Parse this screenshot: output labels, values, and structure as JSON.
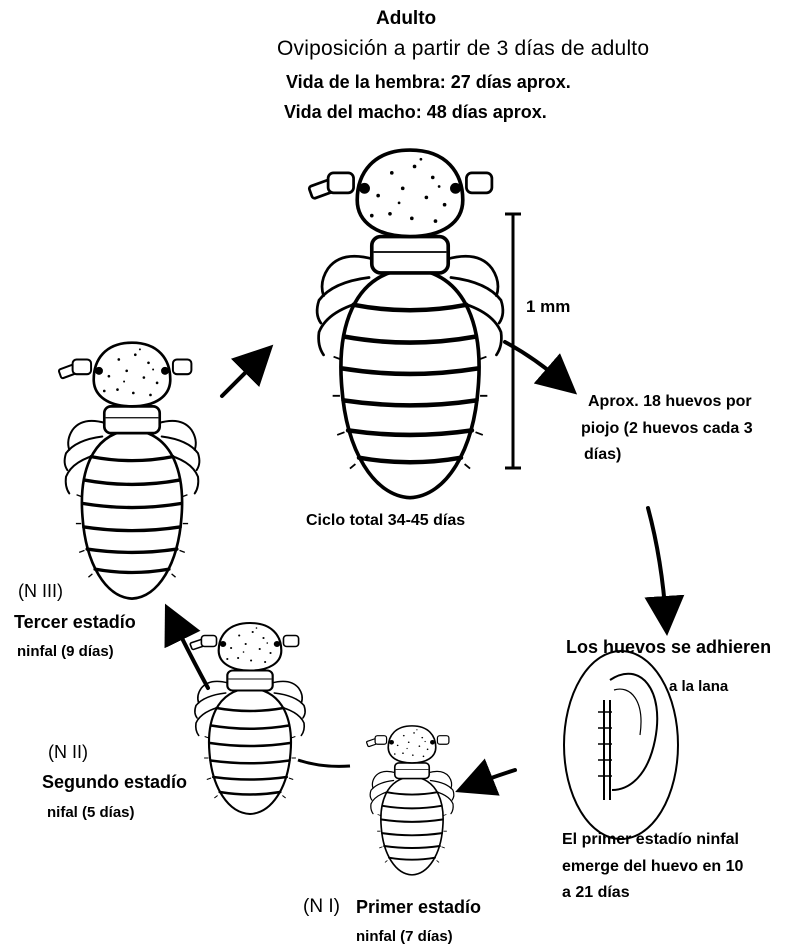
{
  "adult": {
    "title": "Adulto",
    "oviposition": "Oviposición a partir de 3 días de adulto",
    "female_life": "Vida de la hembra: 27 días aprox.",
    "male_life": "Vida del macho: 48 días aprox."
  },
  "scale_label": "1 mm",
  "total_cycle": "Ciclo total 34-45 días",
  "eggs_per_louse": [
    "Aprox. 18 huevos por",
    "piojo (2 huevos cada 3",
    "días)"
  ],
  "egg": {
    "adhere_title": "Los huevos se adhieren",
    "adhere_to": "a la lana",
    "emerge": [
      "El primer estadío ninfal",
      "emerge del huevo en 10",
      "a 21 días"
    ]
  },
  "nymph1": {
    "code": "(N I)",
    "name": "Primer estadío",
    "duration": "ninfal (7 días)"
  },
  "nymph2": {
    "code": "(N II)",
    "name": "Segundo estadío",
    "duration": "nifal (5 días)"
  },
  "nymph3": {
    "code": "(N III)",
    "name": "Tercer estadío",
    "duration": "ninfal (9 días)"
  }
}
